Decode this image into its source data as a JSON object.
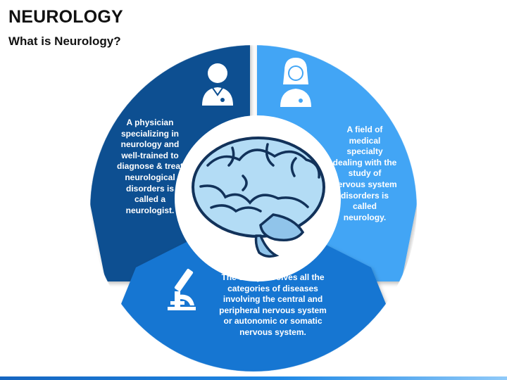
{
  "header": {
    "title": "NEUROLOGY",
    "subtitle": "What is Neurology?"
  },
  "segments": [
    {
      "id": "left",
      "text": "A physician specializing in neurology and well-trained to diagnose & treat neurological disorders is called a neurologist.",
      "icon": "male-doctor-icon",
      "color": "#0d4f91"
    },
    {
      "id": "right",
      "text": "A field of medical specialty dealing with the study of nervous system disorders is called neurology.",
      "icon": "female-doctor-icon",
      "color": "#42a5f5"
    },
    {
      "id": "bottom",
      "text": "The study involves all the categories of diseases involving the central and peripheral nervous system or autonomic or somatic nervous system.",
      "icon": "microscope-icon",
      "color": "#1976d2"
    }
  ],
  "center": {
    "icon": "brain-icon",
    "color": "#b3dcf5"
  },
  "colors": {
    "accent_dark": "#0d4f91",
    "accent_mid": "#1976d2",
    "accent_light": "#42a5f5"
  }
}
